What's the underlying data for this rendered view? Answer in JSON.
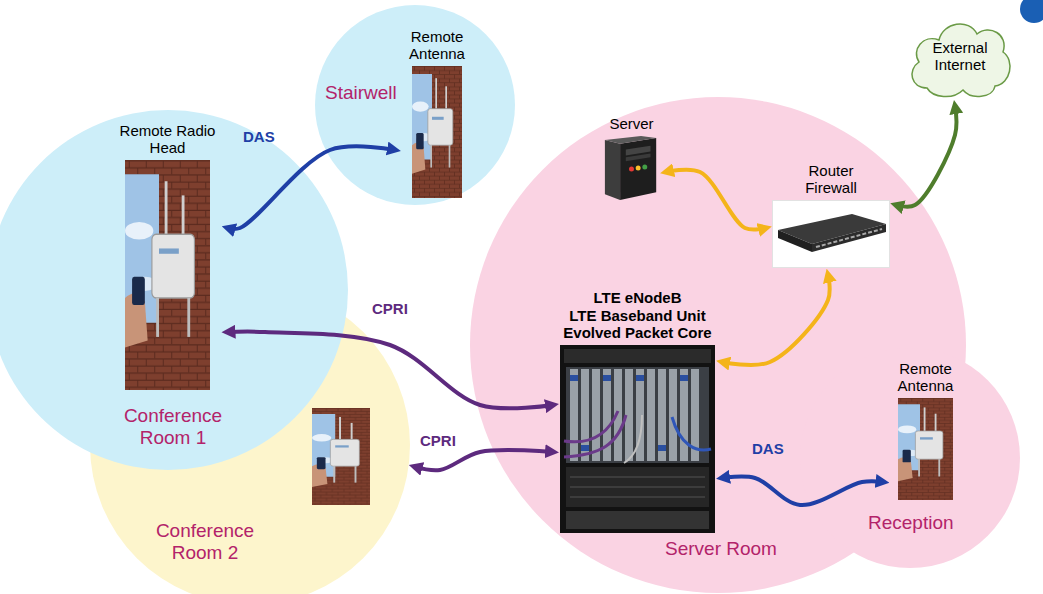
{
  "diagram": {
    "nodes": [
      {
        "text": [
          "Stairwell"
        ]
      },
      {
        "text": [
          "Remote Antenna"
        ],
        "in": 0
      },
      {
        "text": [
          "Conference Room 1"
        ]
      },
      {
        "text": [
          "Remote Radio Head"
        ],
        "in": 2
      },
      {
        "text": [
          "Conference Room 2"
        ]
      },
      {
        "text": [
          "Server Room"
        ]
      },
      {
        "text": [
          "Server"
        ],
        "in": 5
      },
      {
        "text": [
          "Router Firewall"
        ],
        "in": 5
      },
      {
        "text": [
          "LTE eNodeB",
          "LTE Baseband Unit",
          "Evolved Packet Core"
        ],
        "in": 5
      },
      {
        "text": [
          "External Internet"
        ]
      },
      {
        "text": [
          "Reception"
        ]
      },
      {
        "text": [
          "Remote Antenna"
        ],
        "in": 10
      }
    ],
    "edges": [
      {
        "from": 1,
        "to": 3,
        "label": "DAS",
        "arrow": "both"
      },
      {
        "from": 8,
        "to": 3,
        "label": "CPRI",
        "arrow": "both"
      },
      {
        "from": 8,
        "to": 4,
        "label": "CPRI",
        "arrow": "both"
      },
      {
        "from": 6,
        "to": 7,
        "arrow": "both"
      },
      {
        "from": 7,
        "to": 9,
        "arrow": "both"
      },
      {
        "from": 7,
        "to": 8,
        "arrow": "both"
      },
      {
        "from": 8,
        "to": 11,
        "label": "DAS",
        "arrow": "both"
      }
    ]
  }
}
